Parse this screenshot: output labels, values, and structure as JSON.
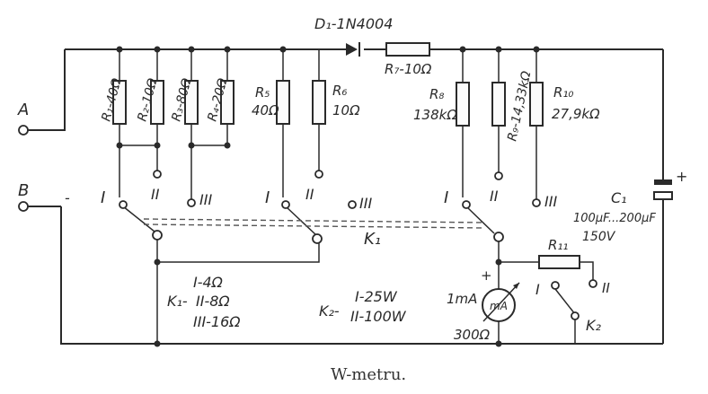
{
  "diagram": {
    "caption": "W-metru.",
    "terminals": {
      "a": "A",
      "b": "B",
      "minus": "-"
    },
    "diode": {
      "label": "D₁-1N4004"
    },
    "resistors": {
      "r1": "R₁-40Ω",
      "r2": "R₂-10Ω",
      "r3": "R₃-80Ω",
      "r4": "R₄-20Ω",
      "r5_name": "R₅",
      "r5_value": "40Ω",
      "r6_name": "R₆",
      "r6_value": "10Ω",
      "r7": "R₇-10Ω",
      "r8_name": "R₈",
      "r8_value": "138kΩ",
      "r9": "R₉-14,33kΩ",
      "r10_name": "R₁₀",
      "r10_value": "27,9kΩ",
      "r11": "R₁₁"
    },
    "switch_positions": [
      "I",
      "II",
      "III"
    ],
    "switch_k1": "K₁",
    "switch_k2": "K₂",
    "capacitor": {
      "name": "C₁",
      "value": "100μF...200μF",
      "voltage": "150V",
      "plus": "+"
    },
    "meter": {
      "label": "mA",
      "range": "1mA",
      "resistance": "300Ω",
      "plus": "+"
    },
    "legend_k1": {
      "prefix": "K₁-",
      "items": [
        "I-4Ω",
        "II-8Ω",
        "III-16Ω"
      ]
    },
    "legend_k2": {
      "prefix": "K₂-",
      "items": [
        "I-25W",
        "II-100W"
      ]
    }
  }
}
